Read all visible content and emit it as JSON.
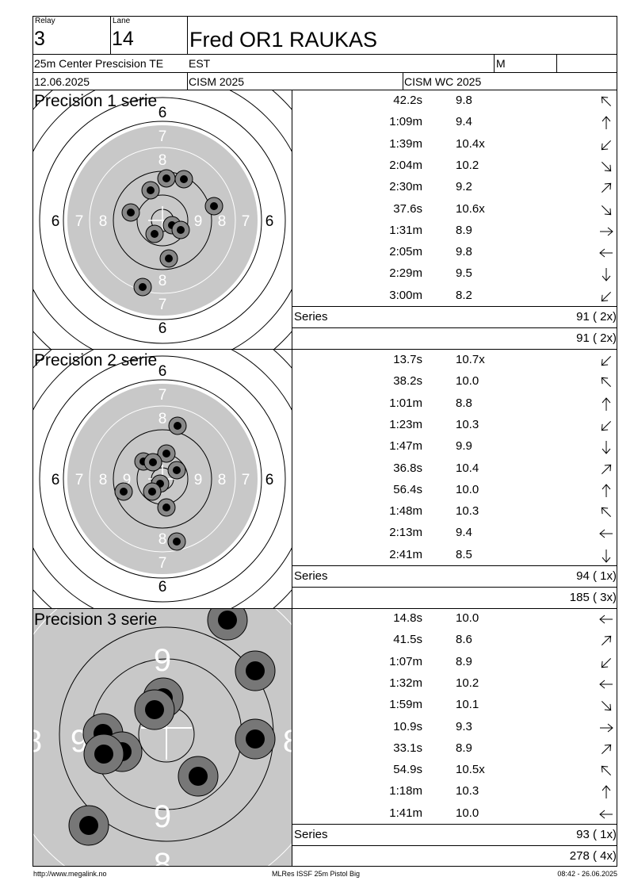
{
  "header": {
    "relay_label": "Relay",
    "relay_value": "3",
    "lane_label": "Lane",
    "lane_value": "14",
    "shooter_name": "Fred OR1 RAUKAS",
    "event_part1": "25m Center Prescision TE",
    "event_part2": "EST",
    "gender": "M",
    "date": "12.06.2025",
    "competition": "CISM 2025",
    "competition2": "CISM WC 2025"
  },
  "series": [
    {
      "title": "Precision 1 serie",
      "shots": [
        {
          "time": "42.2s",
          "score": "9.8",
          "dir": "up-left"
        },
        {
          "time": "1:09m",
          "score": "9.4",
          "dir": "up"
        },
        {
          "time": "1:39m",
          "score": "10.4x",
          "dir": "down-left"
        },
        {
          "time": "2:04m",
          "score": "10.2",
          "dir": "down-right"
        },
        {
          "time": "2:30m",
          "score": "9.2",
          "dir": "up-right"
        },
        {
          "time": "37.6s",
          "score": "10.6x",
          "dir": "down-right"
        },
        {
          "time": "1:31m",
          "score": "8.9",
          "dir": "right"
        },
        {
          "time": "2:05m",
          "score": "9.8",
          "dir": "left"
        },
        {
          "time": "2:29m",
          "score": "9.5",
          "dir": "down"
        },
        {
          "time": "3:00m",
          "score": "8.2",
          "dir": "down-left"
        }
      ],
      "series_label": "Series",
      "series_total": "91 ( 2x)",
      "running_total": "91 ( 2x)"
    },
    {
      "title": "Precision 2 serie",
      "shots": [
        {
          "time": "13.7s",
          "score": "10.7x",
          "dir": "down-left"
        },
        {
          "time": "38.2s",
          "score": "10.0",
          "dir": "up-left"
        },
        {
          "time": "1:01m",
          "score": "8.8",
          "dir": "up"
        },
        {
          "time": "1:23m",
          "score": "10.3",
          "dir": "down-left"
        },
        {
          "time": "1:47m",
          "score": "9.9",
          "dir": "down"
        },
        {
          "time": "36.8s",
          "score": "10.4",
          "dir": "up-right"
        },
        {
          "time": "56.4s",
          "score": "10.0",
          "dir": "up"
        },
        {
          "time": "1:48m",
          "score": "10.3",
          "dir": "up-left"
        },
        {
          "time": "2:13m",
          "score": "9.4",
          "dir": "left"
        },
        {
          "time": "2:41m",
          "score": "8.5",
          "dir": "down"
        }
      ],
      "series_label": "Series",
      "series_total": "94 ( 1x)",
      "running_total": "185 ( 3x)"
    },
    {
      "title": "Precision 3 serie",
      "shots": [
        {
          "time": "14.8s",
          "score": "10.0",
          "dir": "left"
        },
        {
          "time": "41.5s",
          "score": "8.6",
          "dir": "up-right"
        },
        {
          "time": "1:07m",
          "score": "8.9",
          "dir": "down-left"
        },
        {
          "time": "1:32m",
          "score": "10.2",
          "dir": "left"
        },
        {
          "time": "1:59m",
          "score": "10.1",
          "dir": "down-right"
        },
        {
          "time": "10.9s",
          "score": "9.3",
          "dir": "right"
        },
        {
          "time": "33.1s",
          "score": "8.9",
          "dir": "up-right"
        },
        {
          "time": "54.9s",
          "score": "10.5x",
          "dir": "up-left"
        },
        {
          "time": "1:18m",
          "score": "10.3",
          "dir": "up"
        },
        {
          "time": "1:41m",
          "score": "10.0",
          "dir": "left"
        }
      ],
      "series_label": "Series",
      "series_total": "93 ( 1x)",
      "running_total": "278 ( 4x)"
    }
  ],
  "target_labels": {
    "six": "6",
    "seven": "7",
    "eight": "8",
    "nine": "9"
  },
  "footer": {
    "url": "http://www.megalink.no",
    "program": "MLRes ISSF 25m Pistol Big",
    "timestamp": "08:42 - 26.06.2025"
  }
}
